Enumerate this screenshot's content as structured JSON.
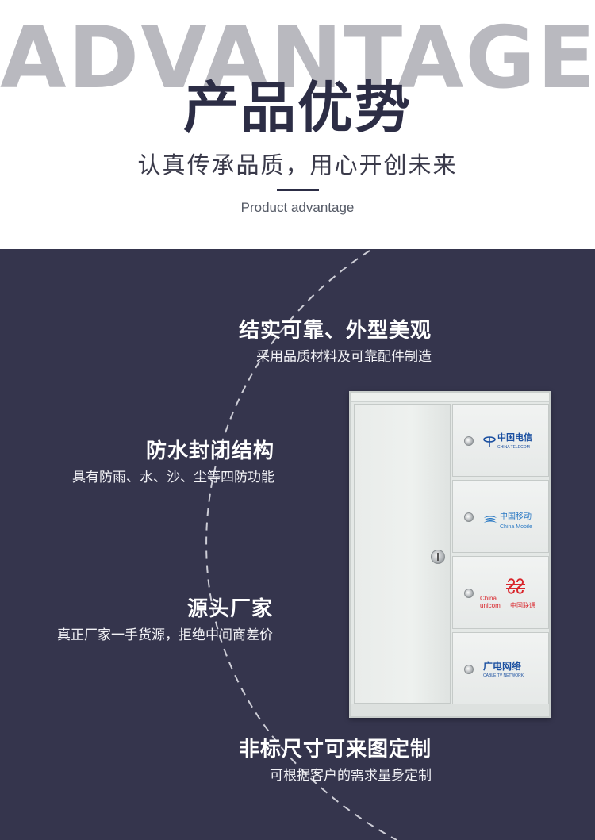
{
  "header": {
    "bg_word": "ADVANTAGE",
    "title": "产品优势",
    "subtitle": "认真传承品质，用心开创未来",
    "subtitle_en": "Product advantage"
  },
  "features": [
    {
      "title": "结实可靠、外型美观",
      "desc": "采用品质材料及可靠配件制造"
    },
    {
      "title": "防水封闭结构",
      "desc": "具有防雨、水、沙、尘等四防功能"
    },
    {
      "title": "源头厂家",
      "desc": "真正厂家一手货源，拒绝中间商差价"
    },
    {
      "title": "非标尺寸可来图定制",
      "desc": "可根据客户的需求量身定制"
    }
  ],
  "cabinet": {
    "drawers": [
      {
        "logo_cn": "中国电信",
        "logo_en": "CHINA TELECOM",
        "icon": "china-telecom-logo-icon"
      },
      {
        "logo_cn": "中国移动",
        "logo_en": "China Mobile",
        "icon": "china-mobile-logo-icon"
      },
      {
        "logo_cn": "中国联通",
        "logo_en": "China unicom",
        "icon": "china-unicom-logo-icon"
      },
      {
        "logo_cn": "广电网络",
        "logo_en": "CABLE TV NETWORK",
        "icon": "cable-tv-logo-icon"
      }
    ]
  },
  "colors": {
    "panel": "#35354d",
    "title": "#2c2d45",
    "bg_word": "#b9b9bf",
    "accent_red": "#d9262c",
    "logo_blue": "#1a4fa0"
  }
}
